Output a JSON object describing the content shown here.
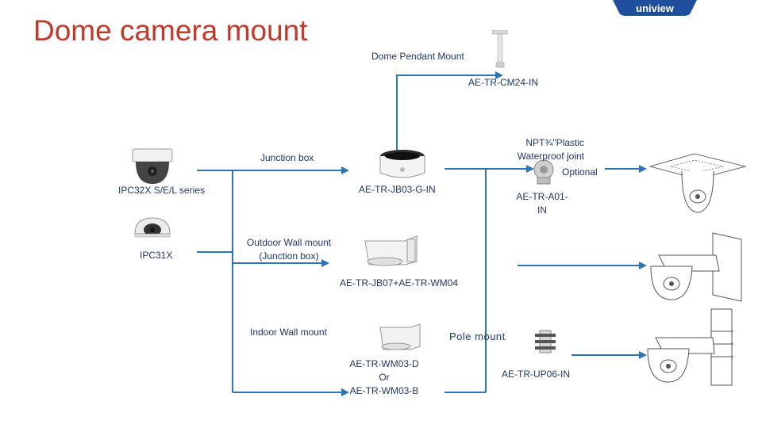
{
  "slide": {
    "title": "Dome camera mount"
  },
  "logo": {
    "text": "uniview"
  },
  "labels": {
    "pendant_name": "Dome Pendant Mount",
    "pendant_model": "AE-TR-CM24-IN",
    "junction_name": "Junction box",
    "junction_model": "AE-TR-JB03-G-IN",
    "npt_joint": "NPT¾\"Plastic\nWaterproof joint",
    "optional": "Optional",
    "joint_model": "AE-TR-A01-\nIN",
    "ipc32x": "IPC32X S/E/L series",
    "ipc31x": "IPC31X",
    "outdoor_wall": "Outdoor Wall mount\n(Junction box)",
    "outdoor_model": "AE-TR-JB07+AE-TR-WM04",
    "indoor_wall": "Indoor Wall mount",
    "indoor_model": "AE-TR-WM03-D\nOr\nAE-TR-WM03-B",
    "pole_mount": "Pole mount",
    "pole_model": "AE-TR-UP06-IN"
  },
  "colors": {
    "title": "#c0392b",
    "wire": "#2e75b6",
    "text": "#1f3864",
    "logo_bg": "#1f4e9c"
  },
  "icons": [
    "dome-camera-icon",
    "mini-dome-camera-icon",
    "pendant-mount-icon",
    "junction-box-icon",
    "waterproof-joint-icon",
    "wall-mount-icon",
    "indoor-wall-mount-icon",
    "pole-mount-adapter-icon",
    "ceiling-install-icon",
    "wall-install-icon",
    "pole-install-icon"
  ]
}
